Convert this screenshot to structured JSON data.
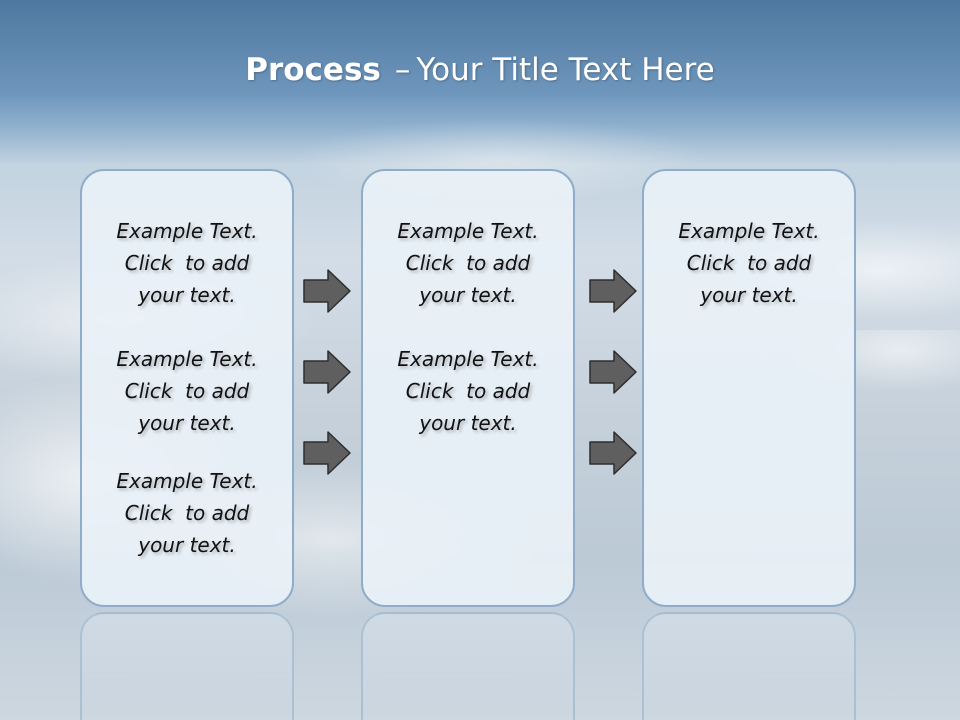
{
  "slide": {
    "title_bold": "Process",
    "title_sep": "–",
    "title_rest": "Your Title Text Here"
  },
  "columns": [
    {
      "items": [
        {
          "line1": "Example Text.",
          "line2": "Click  to add",
          "line3": "your text."
        },
        {
          "line1": "Example Text.",
          "line2": "Click  to add",
          "line3": "your text."
        },
        {
          "line1": "Example Text.",
          "line2": "Click  to add",
          "line3": "your text."
        }
      ]
    },
    {
      "items": [
        {
          "line1": "Example Text.",
          "line2": "Click  to add",
          "line3": "your text."
        },
        {
          "line1": "Example Text.",
          "line2": "Click  to add",
          "line3": "your text."
        }
      ]
    },
    {
      "items": [
        {
          "line1": "Example Text.",
          "line2": "Click  to add",
          "line3": "your text."
        }
      ]
    }
  ],
  "arrow_icon": "right-arrow-icon",
  "colors": {
    "arrow_fill": "#5f5f5f",
    "box_border": "#8fadc9",
    "title_text": "#ffffff"
  }
}
